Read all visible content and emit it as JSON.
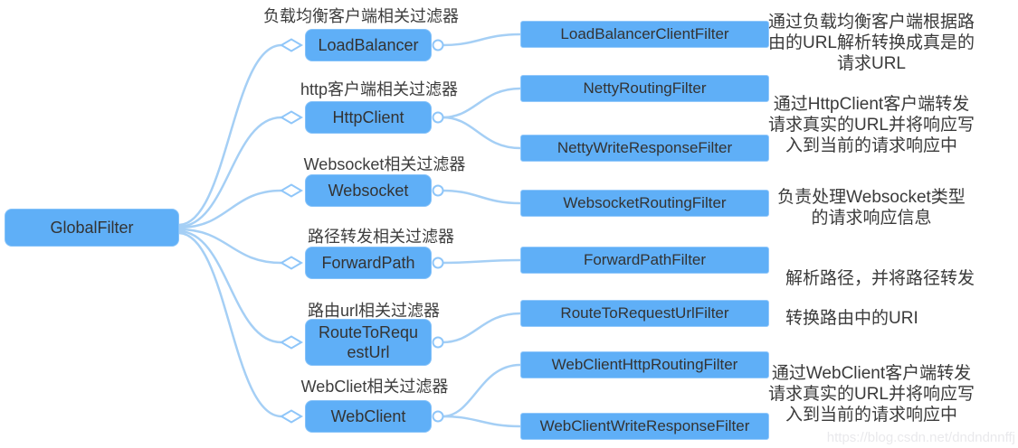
{
  "colors": {
    "node_fill": "#5FAFF7",
    "node_border": "#85C2F9",
    "edge": "#A5CFF5",
    "node_text": "#333333",
    "label_text": "#3D3D3D",
    "watermark_text": "#E9E9EC"
  },
  "root": {
    "title": "GlobalFilter"
  },
  "branches": [
    {
      "label": "负载均衡客户端相关过滤器",
      "title": "LoadBalancer"
    },
    {
      "label": "http客户端相关过滤器",
      "title": "HttpClient"
    },
    {
      "label": "Websocket相关过滤器",
      "title": "Websocket"
    },
    {
      "label": "路径转发相关过滤器",
      "title": "ForwardPath"
    },
    {
      "label": "路由url相关过滤器",
      "title": "RouteToRequ\nestUrl"
    },
    {
      "label": "WebCliet相关过滤器",
      "title": "WebClient"
    }
  ],
  "leaves": [
    {
      "title": "LoadBalancerClientFilter"
    },
    {
      "title": "NettyRoutingFilter"
    },
    {
      "title": "NettyWriteResponseFilter"
    },
    {
      "title": "WebsocketRoutingFilter"
    },
    {
      "title": "ForwardPathFilter"
    },
    {
      "title": "RouteToRequestUrlFilter"
    },
    {
      "title": "WebClientHttpRoutingFilter"
    },
    {
      "title": "WebClientWriteResponseFilter"
    }
  ],
  "descriptions": [
    {
      "text": "通过负载均衡客户端根据路\n由的URL解析转换成真是的\n请求URL"
    },
    {
      "text": "通过HttpClient客户端转发\n请求真实的URL并将响应写\n入到当前的请求响应中"
    },
    {
      "text": "负责处理Websocket类型\n的请求响应信息"
    },
    {
      "text": "解析路径，并将路径转发"
    },
    {
      "text": "转换路由中的URI"
    },
    {
      "text": "通过WebClient客户端转发\n请求真实的URL并将响应写\n入到当前的请求响应中"
    }
  ],
  "watermark": "https://blog.csdn.net/dndndnnffj"
}
